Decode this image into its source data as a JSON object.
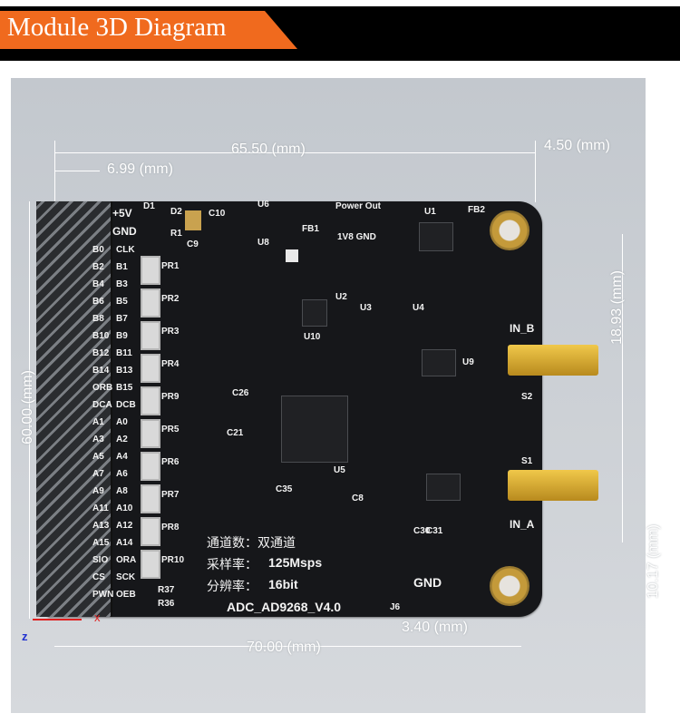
{
  "header": {
    "title": "Module 3D Diagram"
  },
  "dimensions": {
    "width_total": "65.50 (mm)",
    "hole_offset": "4.50 (mm)",
    "header_offset": "6.99 (mm)",
    "height_total": "60.00 (mm)",
    "sma_spacing": "18.93 (mm)",
    "right_edge": "10.17 (mm)",
    "bottom_offset": "3.40 (mm)",
    "width_board": "70.00 (mm)"
  },
  "silkscreen": {
    "power": "+5V",
    "gnd": "GND",
    "power_out": "Power Out",
    "v18_gnd": "1V8 GND",
    "channels_label": "通道数：双通道",
    "sample_rate_label": "采样率：",
    "sample_rate_value": "125Msps",
    "resolution_label": "分辨率：",
    "resolution_value": "16bit",
    "model": "ADC_AD9268_V4.0",
    "connector_gnd": "GND",
    "connector_ref": "J6",
    "in_a": "IN_A",
    "in_b": "IN_B",
    "s1": "S1",
    "s2": "S2",
    "pins_left": [
      "B0",
      "B2",
      "B4",
      "B6",
      "B8",
      "B10",
      "B12",
      "B14",
      "ORB",
      "DCA",
      "A1",
      "A3",
      "A5",
      "A7",
      "A9",
      "A11",
      "A13",
      "A15",
      "SIO",
      "CS",
      "PWN"
    ],
    "pins_right": [
      "CLK",
      "B1",
      "B3",
      "B5",
      "B7",
      "B9",
      "B11",
      "B13",
      "B15",
      "DCB",
      "A0",
      "A2",
      "A4",
      "A6",
      "A8",
      "A10",
      "A12",
      "A14",
      "ORA",
      "SCK",
      "OEB"
    ],
    "rpacks": [
      "PR1",
      "PR2",
      "PR3",
      "PR4",
      "PR9",
      "PR5",
      "PR6",
      "PR7",
      "PR8",
      "PR10"
    ],
    "refs": {
      "u5": "U5",
      "u1": "U1",
      "u3": "U3",
      "u4": "U4",
      "u9": "U9",
      "u10": "U10",
      "u2": "U2",
      "u6": "U6",
      "u8": "U8",
      "d1": "D1",
      "d2": "D2",
      "r1": "R1",
      "c9": "C9",
      "c10": "C10",
      "fb1": "FB1",
      "fb2": "FB2",
      "r37": "R37",
      "r36": "R36",
      "c21": "C21",
      "c26": "C26",
      "c35": "C35",
      "c8": "C8",
      "c30": "C30",
      "c31": "C31"
    }
  },
  "axes": {
    "x": "x",
    "z": "z"
  },
  "colors": {
    "accent": "#f06a1e",
    "board": "#16171a",
    "silk": "#f3f3f3",
    "dimension": "#ffffff"
  }
}
